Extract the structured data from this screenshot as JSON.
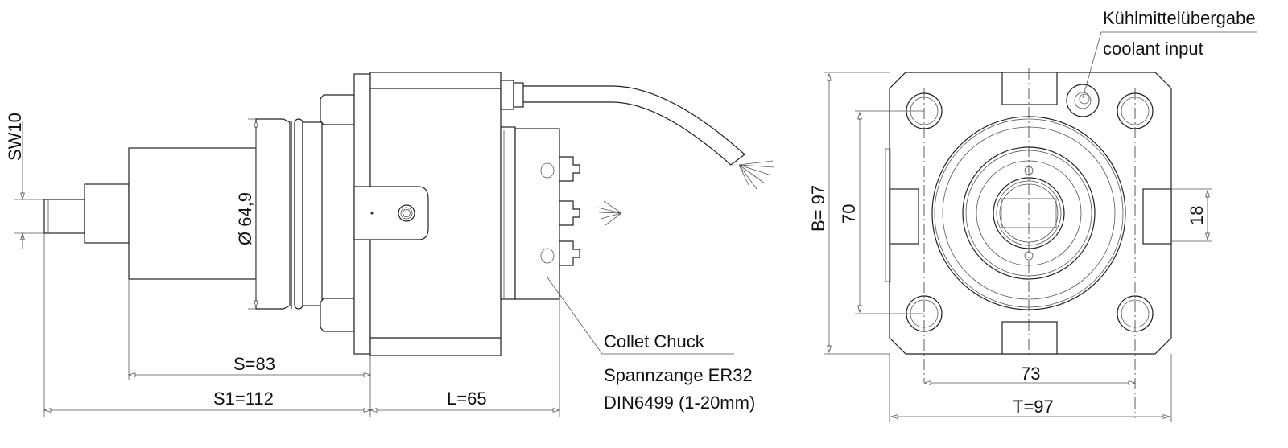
{
  "side_view": {
    "dim_sw": "SW10",
    "dim_diameter": "Ø 64,9",
    "dim_s": "S=83",
    "dim_s1": "S1=112",
    "dim_l": "L=65",
    "chuck_label": "Collet Chuck",
    "chuck_spec": "Spannzange ER32",
    "chuck_norm": "DIN6499 (1-20mm)"
  },
  "front_view": {
    "coolant_de": "Kühlmittelübergabe",
    "coolant_en": "coolant input",
    "dim_b": "B= 97",
    "dim_70": "70",
    "dim_18": "18",
    "dim_73": "73",
    "dim_t": "T=97"
  }
}
